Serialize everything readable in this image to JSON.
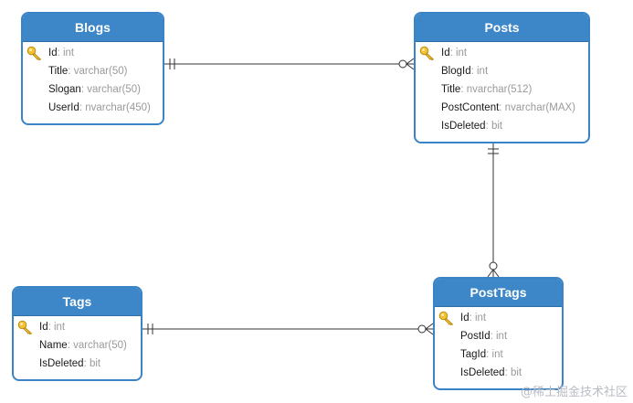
{
  "entities": {
    "blogs": {
      "title": "Blogs",
      "fields": [
        {
          "name": "Id",
          "type": ": int",
          "pk": true
        },
        {
          "name": "Title",
          "type": ": varchar(50)",
          "pk": false
        },
        {
          "name": "Slogan",
          "type": ": varchar(50)",
          "pk": false
        },
        {
          "name": "UserId",
          "type": ": nvarchar(450)",
          "pk": false
        }
      ]
    },
    "posts": {
      "title": "Posts",
      "fields": [
        {
          "name": "Id",
          "type": ": int",
          "pk": true
        },
        {
          "name": "BlogId",
          "type": ": int",
          "pk": false
        },
        {
          "name": "Title",
          "type": ": nvarchar(512)",
          "pk": false
        },
        {
          "name": "PostContent",
          "type": ": nvarchar(MAX)",
          "pk": false
        },
        {
          "name": "IsDeleted",
          "type": ": bit",
          "pk": false
        }
      ]
    },
    "tags": {
      "title": "Tags",
      "fields": [
        {
          "name": "Id",
          "type": ": int",
          "pk": true
        },
        {
          "name": "Name",
          "type": ": varchar(50)",
          "pk": false
        },
        {
          "name": "IsDeleted",
          "type": ": bit",
          "pk": false
        }
      ]
    },
    "posttags": {
      "title": "PostTags",
      "fields": [
        {
          "name": "Id",
          "type": ": int",
          "pk": true
        },
        {
          "name": "PostId",
          "type": ": int",
          "pk": false
        },
        {
          "name": "TagId",
          "type": ": int",
          "pk": false
        },
        {
          "name": "IsDeleted",
          "type": ": bit",
          "pk": false
        }
      ]
    }
  },
  "relationships": [
    {
      "from": "Blogs",
      "to": "Posts",
      "from_card": "one",
      "to_card": "many"
    },
    {
      "from": "Posts",
      "to": "PostTags",
      "from_card": "one",
      "to_card": "many"
    },
    {
      "from": "Tags",
      "to": "PostTags",
      "from_card": "one",
      "to_card": "many"
    }
  ],
  "icons": {
    "primary_key": "key-icon"
  },
  "colors": {
    "header": "#3d87c9",
    "border": "#3a83c6",
    "type_text": "#9a9a9a"
  },
  "watermark": "@稀土掘金技术社区"
}
